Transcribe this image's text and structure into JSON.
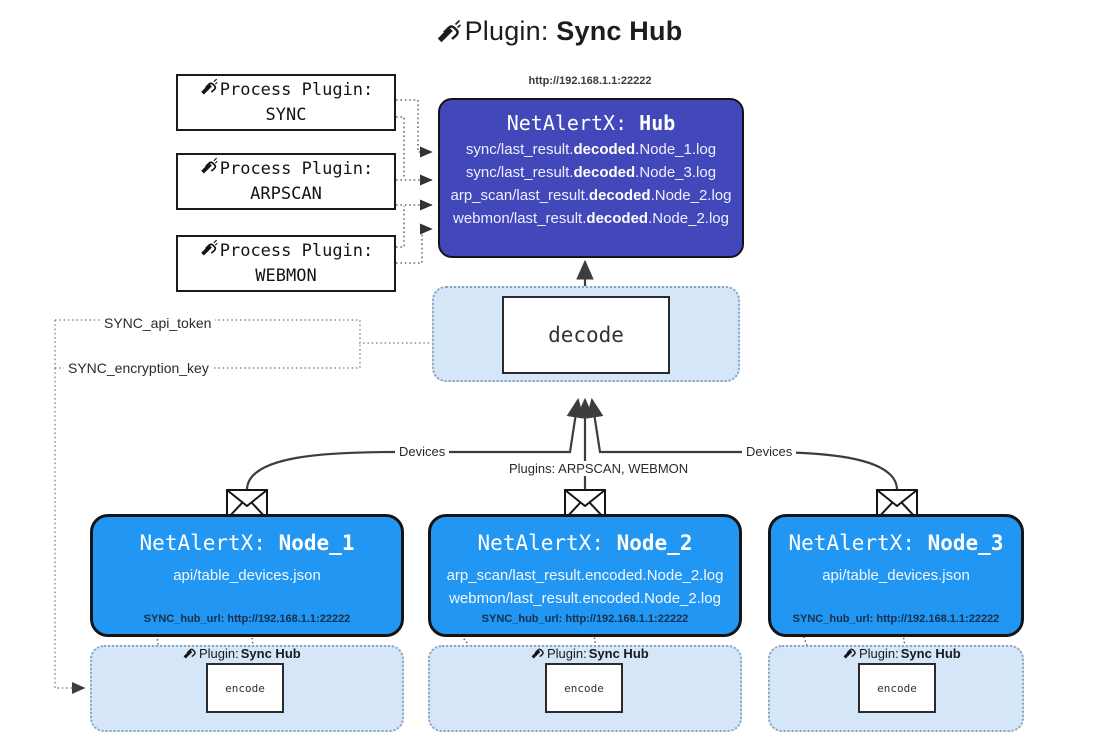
{
  "header": {
    "icon": "plug-icon",
    "label": "Plugin:",
    "title": "Sync Hub"
  },
  "hub": {
    "url": "http://192.168.1.1:22222",
    "title_prefix": "NetAlertX: ",
    "title_name": "Hub",
    "logs": [
      {
        "pre": "sync/last_result.",
        "em": "decoded",
        "post": ".Node_1.log"
      },
      {
        "pre": "sync/last_result.",
        "em": "decoded",
        "post": ".Node_3.log"
      },
      {
        "pre": "arp_scan/last_result.",
        "em": "decoded",
        "post": ".Node_2.log"
      },
      {
        "pre": "webmon/last_result.",
        "em": "decoded",
        "post": ".Node_2.log"
      }
    ],
    "fill": "#4247b9"
  },
  "process_plugins": [
    {
      "line1": "Process Plugin:",
      "line2": "SYNC"
    },
    {
      "line1": "Process Plugin:",
      "line2": "ARPSCAN"
    },
    {
      "line1": "Process Plugin:",
      "line2": "WEBMON"
    }
  ],
  "decode": {
    "label": "decode"
  },
  "secrets": [
    {
      "label": "SYNC_api_token"
    },
    {
      "label": "SYNC_encryption_key"
    }
  ],
  "edge_labels": {
    "devices_left": "Devices",
    "devices_right": "Devices",
    "plugins_middle": "Plugins: ARPSCAN, WEBMON"
  },
  "nodes": [
    {
      "title_prefix": "NetAlertX: ",
      "title_name": "Node_1",
      "lines": [
        "api/table_devices.json"
      ],
      "footer": "SYNC_hub_url: http://192.168.1.1:22222",
      "fill": "#2196f3"
    },
    {
      "title_prefix": "NetAlertX: ",
      "title_name": "Node_2",
      "lines": [
        "arp_scan/last_result.encoded.Node_2.log",
        "webmon/last_result.encoded.Node_2.log"
      ],
      "footer": "SYNC_hub_url: http://192.168.1.1:22222",
      "fill": "#2196f3"
    },
    {
      "title_prefix": "NetAlertX: ",
      "title_name": "Node_3",
      "lines": [
        "api/table_devices.json"
      ],
      "footer": "SYNC_hub_url: http://192.168.1.1:22222",
      "fill": "#2196f3"
    }
  ],
  "encoders": [
    {
      "tag_label": "Plugin:",
      "tag_name": "Sync Hub",
      "box_label": "encode"
    },
    {
      "tag_label": "Plugin:",
      "tag_name": "Sync Hub",
      "box_label": "encode"
    },
    {
      "tag_label": "Plugin:",
      "tag_name": "Sync Hub",
      "box_label": "encode"
    }
  ],
  "colors": {
    "hub": "#4247b9",
    "node": "#2196f3",
    "container": "#d4e6f8",
    "stroke": "#141414"
  }
}
